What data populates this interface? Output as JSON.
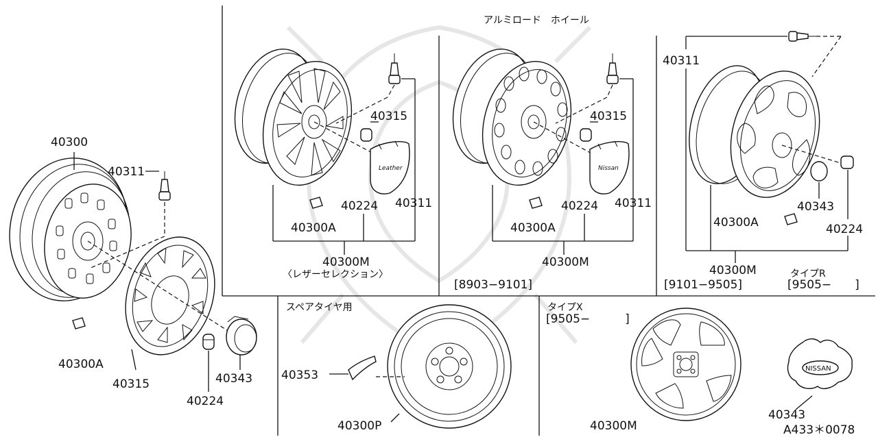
{
  "diagram_id": "A433＊0078",
  "sections": {
    "standard": {
      "labels": {
        "wheel": "40300",
        "valve": "40311",
        "balance_weight": "40300A",
        "wheel_cover": "40315",
        "nut": "40224",
        "center_cap": "40343"
      }
    },
    "alloy": {
      "header": "アルミロード　ホイール",
      "leather_selection": {
        "valve": "40311",
        "ornament": "40315",
        "nut": "40224",
        "balance_weight": "40300A",
        "assembly": "40300M",
        "note": "〈レザーセレクション〉"
      },
      "period_8903_9101": {
        "valve": "40311",
        "ornament": "40315",
        "nut": "40224",
        "balance_weight": "40300A",
        "assembly": "40300M",
        "period": "[8903−9101]"
      },
      "period_9101_9505": {
        "valve": "40311",
        "cap": "40343",
        "balance_weight": "40300A",
        "nut": "40224",
        "assembly": "40300M",
        "period": "[9101−9505]",
        "type_r": "タイプR",
        "type_r_period": "[9505−　　]"
      }
    },
    "spare": {
      "title": "スペアタイヤ用",
      "label": "40353",
      "wheel": "40300P"
    },
    "type_x": {
      "title": "タイプX",
      "period": "[9505−　　　]",
      "wheel": "40300M",
      "cap": "40343",
      "cap_logo": "NISSAN"
    }
  }
}
